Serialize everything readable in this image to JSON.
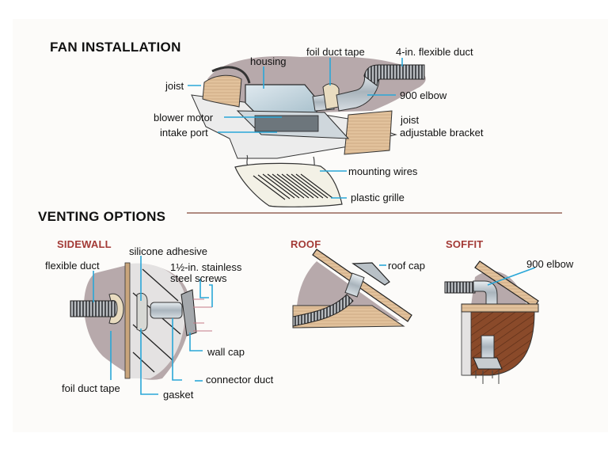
{
  "diagram": {
    "accent_colors": {
      "leader": "#2aa7d8",
      "subheading": "#a33a36",
      "divider": "#b08a80"
    },
    "fan_installation": {
      "title": "FAN INSTALLATION",
      "labels": {
        "housing": "housing",
        "foil_duct_tape": "foil duct tape",
        "flexible_duct": "4-in. flexible duct",
        "joist": "joist",
        "elbow": "900 elbow",
        "blower_motor": "blower motor",
        "intake_port": "intake port",
        "joist_bracket_line1": "joist",
        "joist_bracket_line2": "adjustable bracket",
        "mounting_wires": "mounting wires",
        "plastic_grille": "plastic grille"
      }
    },
    "venting_options": {
      "title": "VENTING OPTIONS",
      "sidewall": {
        "title": "SIDEWALL",
        "labels": {
          "silicone_adhesive": "silicone adhesive",
          "flexible_duct": "flexible duct",
          "screws_line1": "1½-in. stainless",
          "screws_line2": "steel screws",
          "wall_cap": "wall cap",
          "connector_duct": "connector duct",
          "foil_duct_tape": "foil duct tape",
          "gasket": "gasket"
        }
      },
      "roof": {
        "title": "ROOF",
        "labels": {
          "roof_cap": "roof cap"
        }
      },
      "soffit": {
        "title": "SOFFIT",
        "labels": {
          "elbow": "900 elbow"
        }
      }
    }
  }
}
